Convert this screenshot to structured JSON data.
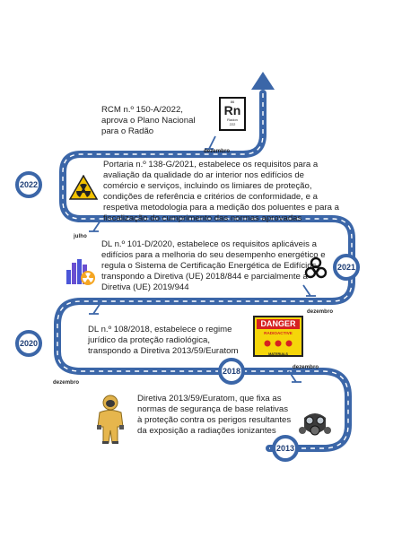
{
  "events": [
    {
      "year": "2022",
      "month": "dezembro",
      "text": "RCM n.º 150-A/2022, aprova o Plano Nacional para o Radão"
    },
    {
      "year": "2022",
      "month": "julho",
      "text": "Portaria n.º 138-G/2021, estabelece os requisitos para a avaliação da qualidade do ar interior nos edifícios de comércio e serviços, incluindo os limiares de proteção, condições de referência e critérios de conformidade, e a respetiva metodologia para a medição dos poluentes e para a fiscalização do cumprimento das normas aprovadas"
    },
    {
      "year": "2021",
      "month": "dezembro",
      "text": "DL n.º 101-D/2020, estabelece os requisitos aplicáveis a edifícios para a melhoria do seu desempenho energético e regula o Sistema de Certificação Energética de Edifícios, transpondo a Diretiva (UE) 2018/844 e parcialmente a Diretiva (UE) 2019/944"
    },
    {
      "year": "2020",
      "month": "dezembro",
      "text": "DL n.º 108/2018, estabelece o regime jurídico da proteção radiológica, transpondo a Diretiva 2013/59/Euratom"
    },
    {
      "year": "2018",
      "month": "dezembro",
      "text": "Diretiva 2013/59/Euratom, que fixa as normas de segurança de base relativas à proteção contra os perigos resultantes da exposição a radiações ionizantes"
    },
    {
      "year": "2013",
      "month": "",
      "text": ""
    }
  ],
  "radon_tile": {
    "number": "86",
    "symbol": "Rn",
    "name": "Radon",
    "mass": "222"
  },
  "danger_sign": {
    "title": "DANGER",
    "line1": "RADIOACTIVE",
    "line2": "MATERIALS"
  },
  "icons": [
    "radiation-warning-icon",
    "biohazard-icon",
    "energy-bars-icon",
    "hazmat-suit-icon",
    "gas-mask-icon"
  ],
  "colors": {
    "road": "#3b66a8",
    "road_center": "#ffffff",
    "badge_text": "#1d3d75"
  }
}
